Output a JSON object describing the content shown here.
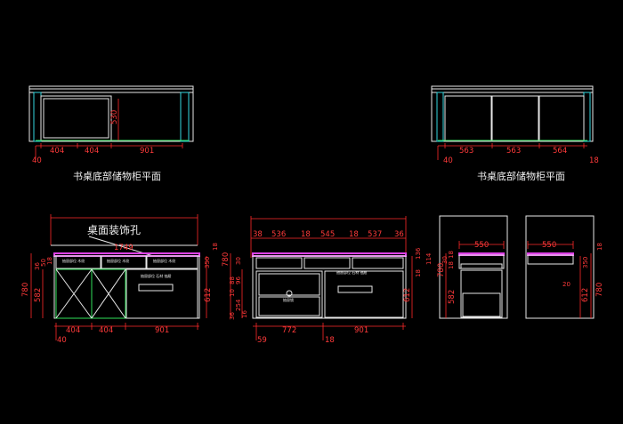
{
  "captions": {
    "left_plan": "书桌底部储物柜平面",
    "right_plan": "书桌底部储物柜平面",
    "hole_note": "桌面装饰孔"
  },
  "plan_left": {
    "dims": [
      "404",
      "404",
      "901",
      "530",
      "40"
    ]
  },
  "plan_right": {
    "dims": [
      "563",
      "563",
      "564",
      "40",
      "18"
    ]
  },
  "elev_a": {
    "dims_top": [
      "1749"
    ],
    "dims_bottom": [
      "404",
      "404",
      "901",
      "40"
    ],
    "dims_left": [
      "780",
      "582",
      "36",
      "50",
      "18"
    ],
    "dims_right": [
      "612",
      "350",
      "18"
    ],
    "drawer_notes": [
      "抽屉部位 木纹",
      "抽屉部位 木纹",
      "抽屉部位 木纹"
    ],
    "panel_note": "抽屉部位 石材 抽屉"
  },
  "elev_b": {
    "dims_top": [
      "38",
      "536",
      "18",
      "545",
      "18",
      "537",
      "36"
    ],
    "dims_bottom": [
      "772",
      "901",
      "59",
      "18"
    ],
    "dims_left": [
      "780",
      "88",
      "96",
      "30",
      "10",
      "254",
      "36",
      "16"
    ],
    "dims_right": [
      "612",
      "136",
      "114",
      "18"
    ],
    "lock_note": "抽屉锁",
    "panel_note": "抽屉部位 石材 抽屉"
  },
  "side_a": {
    "dims": [
      "550",
      "780",
      "582",
      "30",
      "18",
      "18"
    ]
  },
  "side_b": {
    "dims": [
      "550",
      "780",
      "612",
      "350",
      "20",
      "18"
    ]
  },
  "colors": {
    "background": "#000000",
    "dimension": "#ff2a2a",
    "outline": "#e8e8e8",
    "frame": "#35d8e0",
    "panel": "#2fe05a",
    "top": "#e040e8"
  }
}
